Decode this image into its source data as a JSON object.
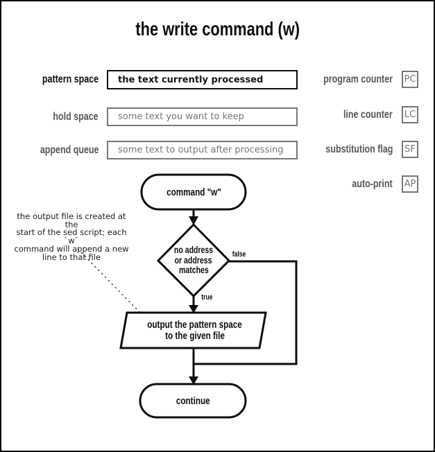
{
  "page": {
    "title": "the write command (w)"
  },
  "registers": {
    "left": [
      {
        "label": "pattern space",
        "value": "the text currently processed"
      },
      {
        "label": "hold space",
        "value": "some text you want to keep"
      },
      {
        "label": "append queue",
        "value": "some text to output after processing"
      }
    ],
    "right": [
      {
        "label": "program counter",
        "abbr": "PC"
      },
      {
        "label": "line counter",
        "abbr": "LC"
      },
      {
        "label": "substitution flag",
        "abbr": "SF"
      },
      {
        "label": "auto-print",
        "abbr": "AP"
      }
    ]
  },
  "flowchart": {
    "start_label": "command \"w\"",
    "decision_lines": [
      "no address",
      "or address",
      "matches"
    ],
    "false_label": "false",
    "true_label": "true",
    "process_lines": [
      "output the pattern space",
      "to the given file"
    ],
    "end_label": "continue"
  },
  "annotation_lines": [
    "the output file is created at the",
    "start of the sed script; each `w`",
    "command will append a new",
    "line to that file"
  ],
  "colors": {
    "ink": "#0d0d0d",
    "muted_text": "#76767a",
    "muted_label": "#55555c",
    "muted_border": "#77777b",
    "background": "#ffffff"
  }
}
